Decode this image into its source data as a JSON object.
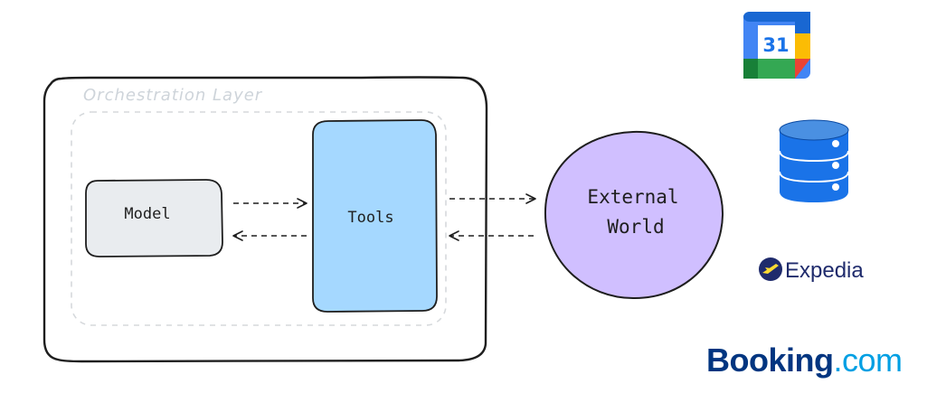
{
  "diagram": {
    "outer_container": {
      "label": "Orchestration Layer"
    },
    "nodes": {
      "model": {
        "label": "Model"
      },
      "tools": {
        "label": "Tools"
      },
      "external_world": {
        "label_line1": "External",
        "label_line2": "World"
      }
    },
    "logos": {
      "calendar": {
        "icon": "google-calendar-icon",
        "text": "31"
      },
      "database": {
        "icon": "database-icon"
      },
      "expedia": {
        "icon": "expedia-logo",
        "text": "Expedia"
      },
      "booking": {
        "icon": "booking-logo",
        "text_main": "Booking",
        "text_suffix": ".com"
      }
    }
  },
  "colors": {
    "model_fill": "#e9ecef",
    "tools_fill": "#a5d8ff",
    "world_fill": "#d0bfff",
    "stroke": "#1e1e1e",
    "container_label": "#ced4da",
    "booking_blue": "#003580",
    "booking_light": "#009fe3",
    "expedia_navy": "#1f2b6c",
    "expedia_yellow": "#fddb32",
    "db_blue": "#1a73e8"
  }
}
